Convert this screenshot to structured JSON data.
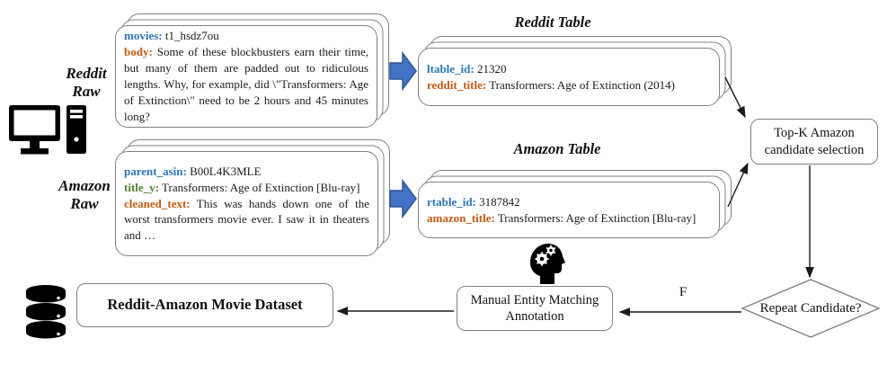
{
  "figure": {
    "reddit_raw": {
      "label": "Reddit Raw",
      "fields": [
        {
          "key": "movies:",
          "value": "t1_hsdz7ou"
        },
        {
          "key": "body:",
          "value": "Some of these blockbusters earn their time, but many of them are padded out to ridiculous lengths.  Why, for example, did \\\"Transformers: Age of Extinction\\\" need to be 2 hours and 45 minutes long?"
        }
      ]
    },
    "amazon_raw": {
      "label": "Amazon Raw",
      "fields": [
        {
          "key": "parent_asin:",
          "value": "B00L4K3MLE"
        },
        {
          "key": "title_y:",
          "value": "Transformers: Age of Extinction [Blu-ray]"
        },
        {
          "key": "cleaned_text:",
          "value": "This was hands down one of the worst transformers movie ever. I saw it in theaters and …"
        }
      ]
    },
    "reddit_table": {
      "title": "Reddit Table",
      "fields": [
        {
          "key": "ltable_id:",
          "value": "21320"
        },
        {
          "key": "reddit_title:",
          "value": "Transformers: Age of Extinction (2014)"
        }
      ]
    },
    "amazon_table": {
      "title": "Amazon Table",
      "fields": [
        {
          "key": "rtable_id:",
          "value": "3187842"
        },
        {
          "key": "amazon_title:",
          "value": "Transformers: Age of Extinction [Blu-ray]"
        }
      ]
    },
    "topk_label": "Top-K Amazon candidate selection",
    "decision_label": "Repeat Candidate?",
    "decision_false_label": "F",
    "manual_label": "Manual Entity Matching Annotation",
    "dataset_label": "Reddit-Amazon Movie Dataset",
    "icons": {
      "computer": "computer-icon",
      "brain_gears": "brain-gears-icon",
      "database": "database-icon",
      "block_arrow": "block-arrow-right-icon"
    },
    "colors": {
      "key_blue": "#2E75B6",
      "key_orange": "#C55A11",
      "key_green": "#538135",
      "block_arrow_fill": "#4472C4",
      "block_arrow_stroke": "#2F5597",
      "node_border": "#808080",
      "connector": "#1a1a1a"
    }
  }
}
